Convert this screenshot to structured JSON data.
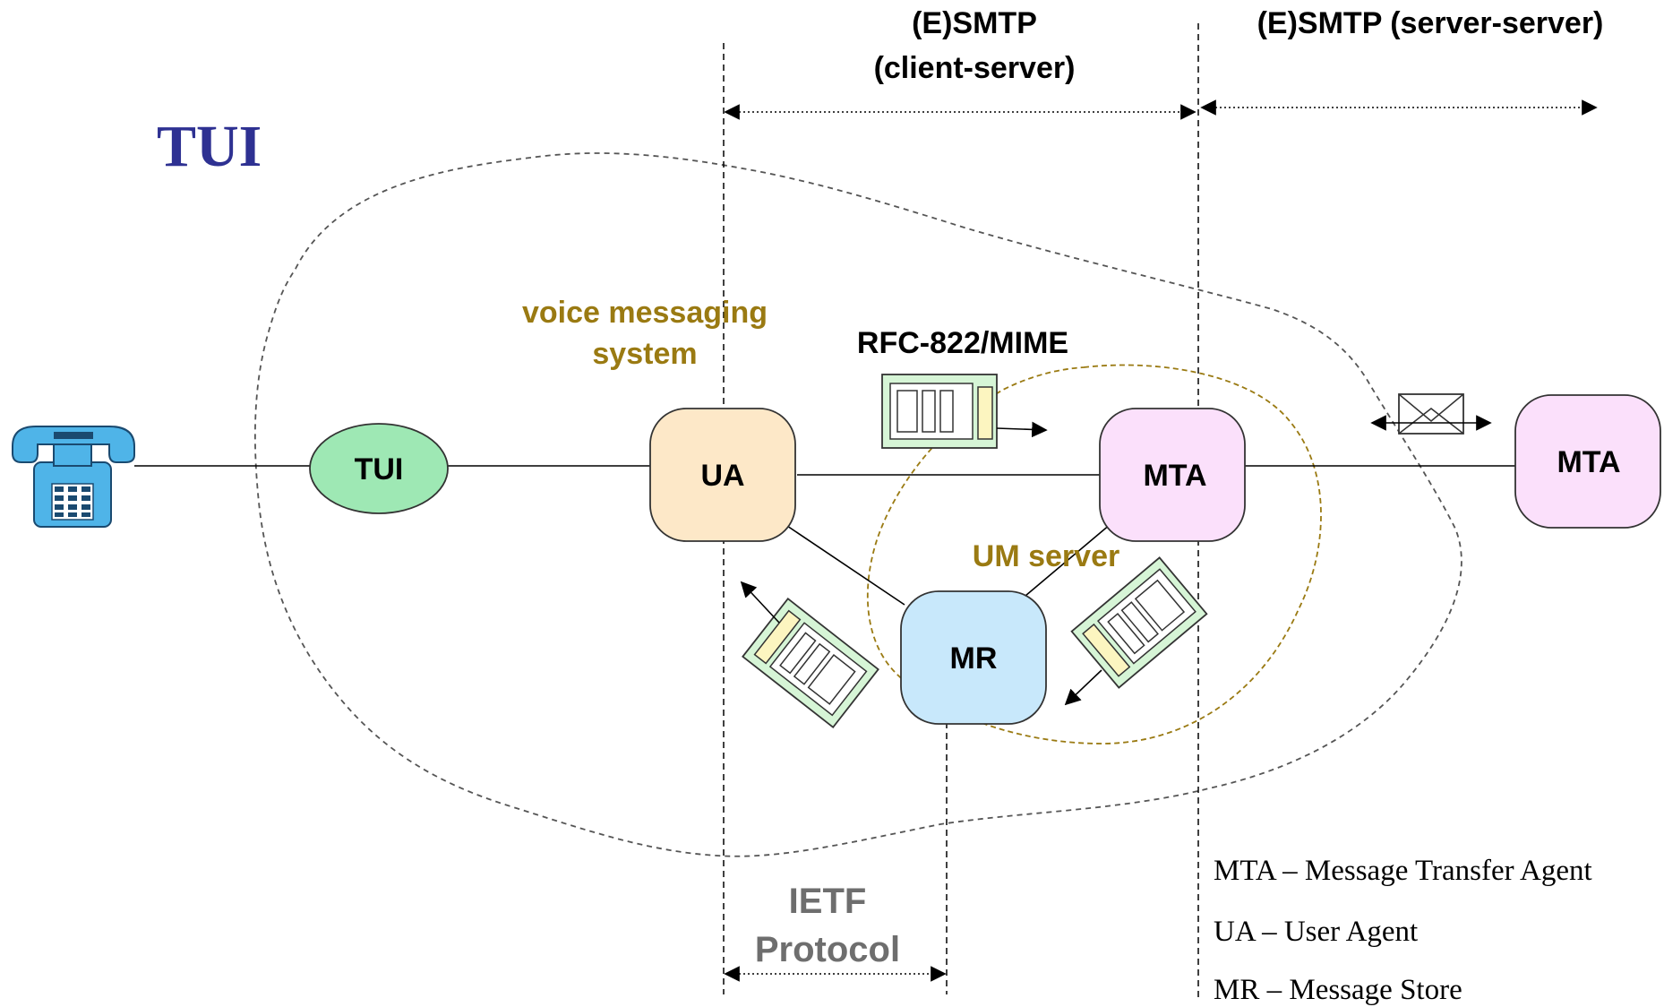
{
  "title": "TUI",
  "headers": {
    "client_server_line1": "(E)SMTP",
    "client_server_line2": "(client-server)",
    "server_server": "(E)SMTP (server-server)"
  },
  "labels": {
    "vms_line1": "voice messaging",
    "vms_line2": "system",
    "rfc": "RFC-822/MIME",
    "um_server": "UM server",
    "ietf_line1": "IETF",
    "ietf_line2": "Protocol"
  },
  "nodes": {
    "tui": "TUI",
    "ua": "UA",
    "mta": "MTA",
    "mr": "MR",
    "mta_remote": "MTA"
  },
  "legend": [
    "MTA – Message Transfer Agent",
    "UA – User Agent",
    "MR – Message Store"
  ],
  "colors": {
    "title": "#2e3192",
    "olive": "#9a7a12",
    "ietf_gray": "#6e6e6e",
    "tui_fill": "#9ee8b4",
    "ua_fill": "#fde8c8",
    "mta_fill": "#fbe0fb",
    "mr_fill": "#c8e8fb",
    "phone_fill": "#4fb4e8"
  }
}
